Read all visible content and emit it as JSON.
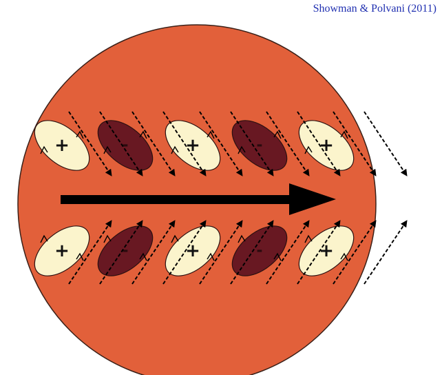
{
  "citation": {
    "authors": "Showman & Polvani",
    "year_open": "(",
    "year": "2011",
    "year_close": ")"
  },
  "colors": {
    "planet": "#e2603a",
    "positive_vortex": "#fbf4cc",
    "negative_vortex": "#681822",
    "arrow": "#000000",
    "citation": "#1f2fb0"
  },
  "rows": [
    {
      "name": "upper-row",
      "vortices": [
        {
          "sign": "+",
          "type": "positive"
        },
        {
          "sign": "-",
          "type": "negative"
        },
        {
          "sign": "+",
          "type": "positive"
        },
        {
          "sign": "-",
          "type": "negative"
        },
        {
          "sign": "+",
          "type": "positive"
        }
      ]
    },
    {
      "name": "lower-row",
      "vortices": [
        {
          "sign": "+",
          "type": "positive"
        },
        {
          "sign": "-",
          "type": "negative"
        },
        {
          "sign": "+",
          "type": "positive"
        },
        {
          "sign": "-",
          "type": "negative"
        },
        {
          "sign": "+",
          "type": "positive"
        }
      ]
    }
  ]
}
